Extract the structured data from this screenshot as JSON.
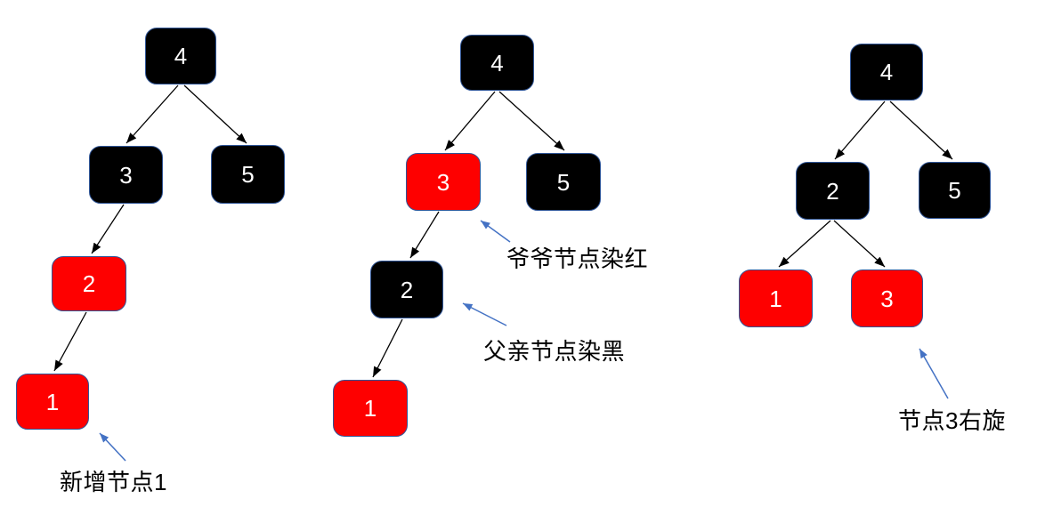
{
  "figure": {
    "description": "red-black tree insert of node 1: recolor then right-rotate",
    "colors": {
      "background": "#ffffff",
      "red_node": "#fe0000",
      "black_node": "#000000",
      "node_border": "#2f5597",
      "node_label": "#ffffff",
      "edge": "#000000",
      "annotation_arrow": "#4472c4",
      "annotation_text": "#000000"
    },
    "trees": [
      {
        "name": "step-1-insert",
        "nodes": [
          {
            "label": "4",
            "color": "black"
          },
          {
            "label": "3",
            "color": "black"
          },
          {
            "label": "5",
            "color": "black"
          },
          {
            "label": "2",
            "color": "red"
          },
          {
            "label": "1",
            "color": "red"
          }
        ],
        "edges": [
          {
            "from": "4",
            "to": "3"
          },
          {
            "from": "4",
            "to": "5"
          },
          {
            "from": "3",
            "to": "2"
          },
          {
            "from": "2",
            "to": "1"
          }
        ],
        "annotations": [
          {
            "text": "新增节点1",
            "points_to": "1"
          }
        ]
      },
      {
        "name": "step-2-recolor",
        "nodes": [
          {
            "label": "4",
            "color": "black"
          },
          {
            "label": "3",
            "color": "red"
          },
          {
            "label": "5",
            "color": "black"
          },
          {
            "label": "2",
            "color": "black"
          },
          {
            "label": "1",
            "color": "red"
          }
        ],
        "edges": [
          {
            "from": "4",
            "to": "3"
          },
          {
            "from": "4",
            "to": "5"
          },
          {
            "from": "3",
            "to": "2"
          },
          {
            "from": "2",
            "to": "1"
          }
        ],
        "annotations": [
          {
            "text": "爷爷节点染红",
            "points_to": "3"
          },
          {
            "text": "父亲节点染黑",
            "points_to": "2"
          }
        ]
      },
      {
        "name": "step-3-right-rotate",
        "nodes": [
          {
            "label": "4",
            "color": "black"
          },
          {
            "label": "2",
            "color": "black"
          },
          {
            "label": "5",
            "color": "black"
          },
          {
            "label": "1",
            "color": "red"
          },
          {
            "label": "3",
            "color": "red"
          }
        ],
        "edges": [
          {
            "from": "4",
            "to": "2"
          },
          {
            "from": "4",
            "to": "5"
          },
          {
            "from": "2",
            "to": "1"
          },
          {
            "from": "2",
            "to": "3"
          }
        ],
        "annotations": [
          {
            "text": "节点3右旋",
            "points_to": "3"
          }
        ]
      }
    ]
  }
}
